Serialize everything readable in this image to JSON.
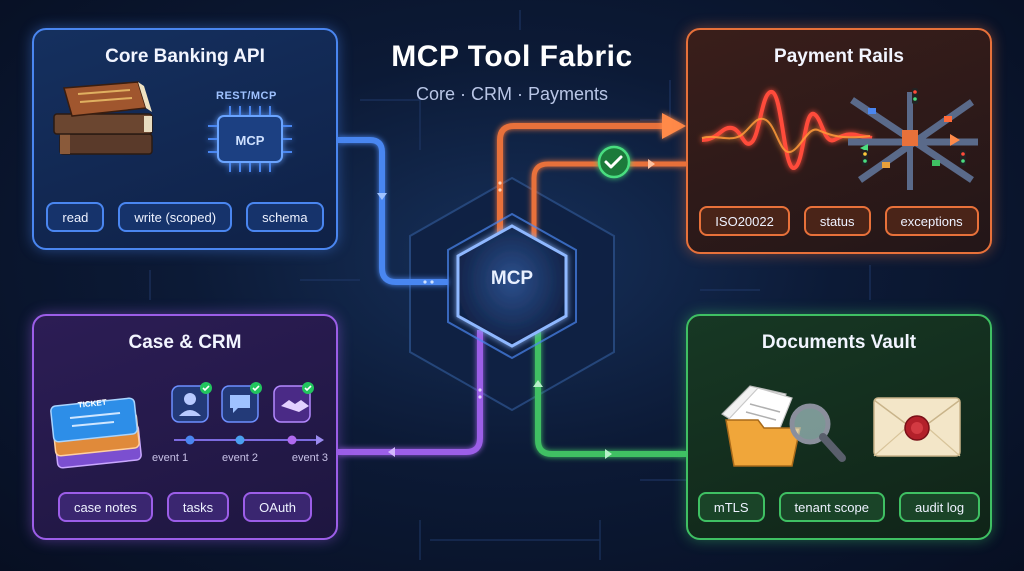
{
  "header": {
    "title": "MCP Tool Fabric",
    "subtitle": "Core · CRM · Payments"
  },
  "hub": {
    "label": "MCP"
  },
  "cards": {
    "core_banking": {
      "title": "Core Banking API",
      "chip_label": "REST/MCP",
      "chip_text": "MCP",
      "chips": [
        "read",
        "write (scoped)",
        "schema"
      ]
    },
    "case_crm": {
      "title": "Case & CRM",
      "ticket_text": "TICKET",
      "events": [
        "event 1",
        "event 2",
        "event 3"
      ],
      "chips": [
        "case notes",
        "tasks",
        "OAuth"
      ]
    },
    "payment_rails": {
      "title": "Payment Rails",
      "chips": [
        "ISO20022",
        "status",
        "exceptions"
      ]
    },
    "documents_vault": {
      "title": "Documents Vault",
      "chips": [
        "mTLS",
        "tenant scope",
        "audit log"
      ]
    }
  },
  "colors": {
    "core": "#4a86f0",
    "crm": "#9c5ee8",
    "payments": "#e8713a",
    "documents": "#3fc063",
    "check": "#22c55e",
    "hub_ring": "#8fb8ff"
  },
  "icons": [
    "books-icon",
    "chip-icon",
    "ticket-icon",
    "user-icon",
    "chat-icon",
    "handshake-icon",
    "check-icon",
    "waveform-icon",
    "traffic-network-icon",
    "folder-icon",
    "magnifier-icon",
    "sealed-envelope-icon",
    "arrow-right-icon"
  ]
}
